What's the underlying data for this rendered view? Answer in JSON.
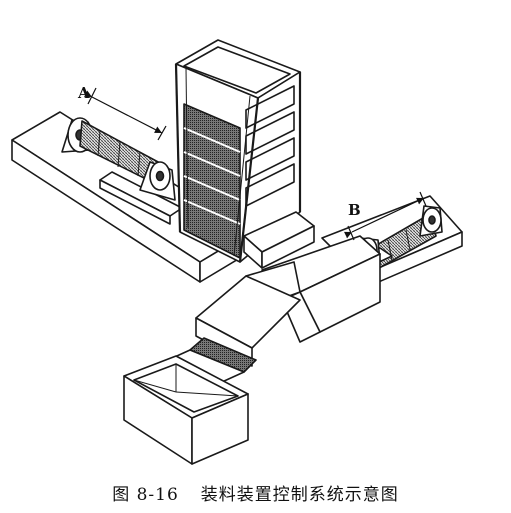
{
  "labels": {
    "a": "A",
    "b": "B"
  },
  "caption": {
    "number": "图 8-16",
    "title": "装料装置控制系统示意图"
  },
  "colors": {
    "ink": "#1a1a1a",
    "hatch": "#555555",
    "paper": "#ffffff"
  }
}
